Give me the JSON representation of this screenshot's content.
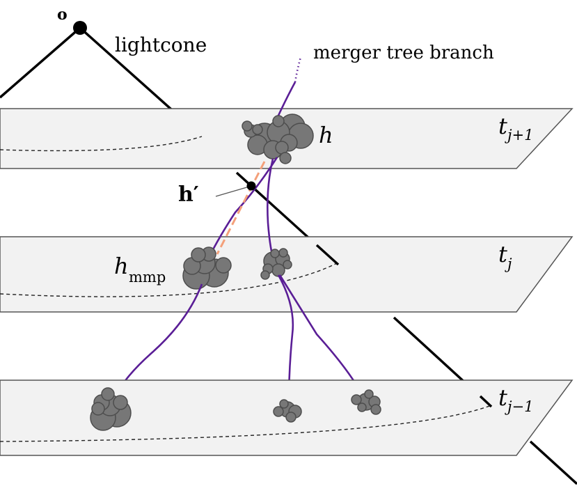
{
  "labels": {
    "observer": "o",
    "lightcone": "lightcone",
    "merger_tree_branch": "merger tree branch",
    "halo": "h",
    "halo_prime": "h′",
    "halo_mmp_base": "h",
    "halo_mmp_sub": "mmp",
    "time_next_base": "t",
    "time_next_sub": "j+1",
    "time_now_base": "t",
    "time_now_sub": "j",
    "time_prev_base": "t",
    "time_prev_sub": "j−1"
  },
  "colors": {
    "plane_fill": "#f2f2f2",
    "plane_edge": "#555555",
    "branch": "#5a1e96",
    "halo": "#777777",
    "interpolation_dash": "#f4a07a",
    "lightcone": "#000000"
  }
}
